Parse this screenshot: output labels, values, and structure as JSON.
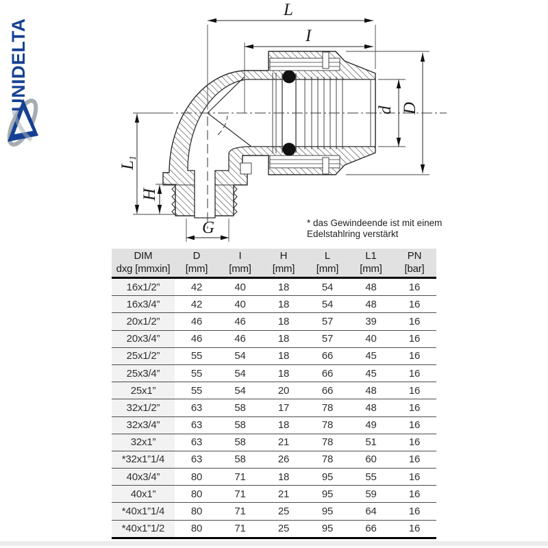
{
  "logo": {
    "text": "UNIDELTA"
  },
  "colors": {
    "brand_blue": "#164193",
    "swoosh_gray": "#a6acb2",
    "drawing_line": "#2a2a2a",
    "table_header_bg": "#e1e1e1",
    "dim_column_bg": "#f2f2f2"
  },
  "drawing": {
    "dim_labels": {
      "L": "L",
      "I": "I",
      "d": "d",
      "D": "D",
      "L1_base": "L",
      "L1_sub": "1",
      "H": "H",
      "G": "G"
    },
    "note_line1": "* das Gewindeende ist mit einem",
    "note_line2": "Edelstahlring verstärkt"
  },
  "table": {
    "columns": [
      {
        "line1": "DIM",
        "line2": "dxg [mmxin]"
      },
      {
        "line1": "D",
        "line2": "[mm]"
      },
      {
        "line1": "I",
        "line2": "[mm]"
      },
      {
        "line1": "H",
        "line2": "[mm]"
      },
      {
        "line1": "L",
        "line2": "[mm]"
      },
      {
        "line1": "L1",
        "line2": "[mm]"
      },
      {
        "line1": "PN",
        "line2": "[bar]"
      }
    ],
    "rows": [
      [
        "16x1/2”",
        "42",
        "40",
        "18",
        "54",
        "48",
        "16"
      ],
      [
        "16x3/4”",
        "42",
        "40",
        "18",
        "54",
        "48",
        "16"
      ],
      [
        "20x1/2”",
        "46",
        "46",
        "18",
        "57",
        "39",
        "16"
      ],
      [
        "20x3/4”",
        "46",
        "46",
        "18",
        "57",
        "40",
        "16"
      ],
      [
        "25x1/2”",
        "55",
        "54",
        "18",
        "66",
        "45",
        "16"
      ],
      [
        "25x3/4”",
        "55",
        "54",
        "18",
        "66",
        "45",
        "16"
      ],
      [
        "25x1”",
        "55",
        "54",
        "20",
        "66",
        "48",
        "16"
      ],
      [
        "32x1/2”",
        "63",
        "58",
        "17",
        "78",
        "48",
        "16"
      ],
      [
        "32x3/4”",
        "63",
        "58",
        "18",
        "78",
        "49",
        "16"
      ],
      [
        "32x1”",
        "63",
        "58",
        "21",
        "78",
        "51",
        "16"
      ],
      [
        "*32x1”1/4",
        "63",
        "58",
        "26",
        "78",
        "60",
        "16"
      ],
      [
        "40x3/4”",
        "80",
        "71",
        "18",
        "95",
        "55",
        "16"
      ],
      [
        "40x1”",
        "80",
        "71",
        "21",
        "95",
        "59",
        "16"
      ],
      [
        "*40x1”1/4",
        "80",
        "71",
        "25",
        "95",
        "64",
        "16"
      ],
      [
        "*40x1”1/2",
        "80",
        "71",
        "25",
        "95",
        "66",
        "16"
      ]
    ]
  }
}
